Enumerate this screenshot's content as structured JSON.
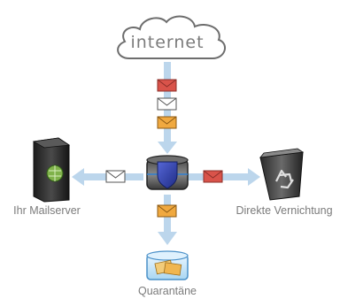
{
  "cloud": {
    "label": "internet"
  },
  "nodes": {
    "mailserver": "Ihr Mailserver",
    "destroy": "Direkte Vernichtung",
    "quarantine": "Quarantäne"
  },
  "colors": {
    "arrow": "#bcd6ec",
    "spam_envelope": "#d9534a",
    "clean_envelope": "#ffffff",
    "suspect_envelope": "#f0a940",
    "label": "#7b7b7b",
    "filter_shield": "#3a4bb0"
  }
}
